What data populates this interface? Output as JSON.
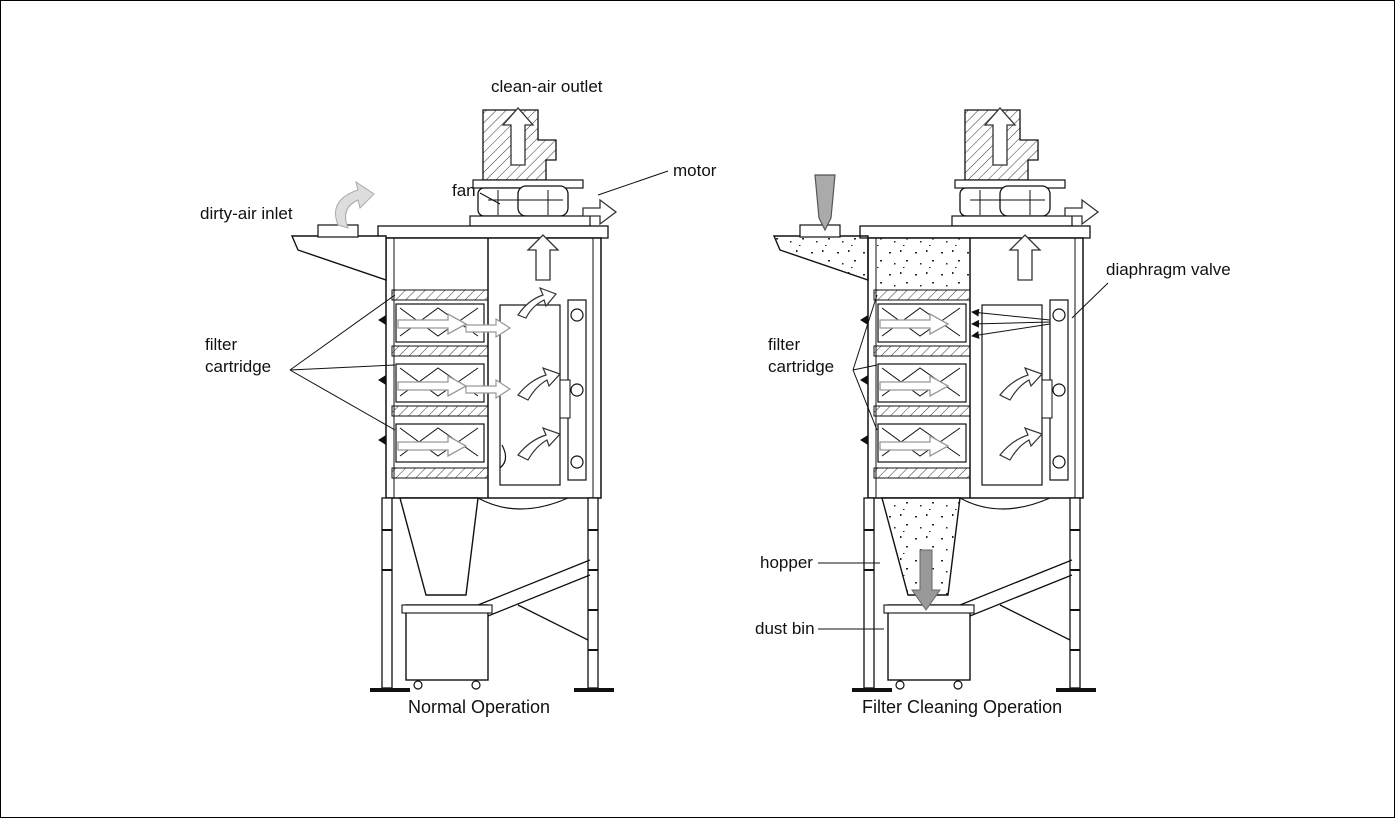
{
  "diagram": {
    "left_panel": {
      "caption": "Normal Operation",
      "labels": {
        "clean_air_outlet": "clean-air outlet",
        "motor": "motor",
        "fan": "fan",
        "dirty_air_inlet": "dirty-air inlet",
        "filter_cartridge_line1": "filter",
        "filter_cartridge_line2": "cartridge"
      }
    },
    "right_panel": {
      "caption": "Filter Cleaning Operation",
      "labels": {
        "diaphragm_valve": "diaphragm valve",
        "filter_cartridge_line1": "filter",
        "filter_cartridge_line2": "cartridge",
        "hopper": "hopper",
        "dust_bin": "dust bin"
      }
    }
  }
}
